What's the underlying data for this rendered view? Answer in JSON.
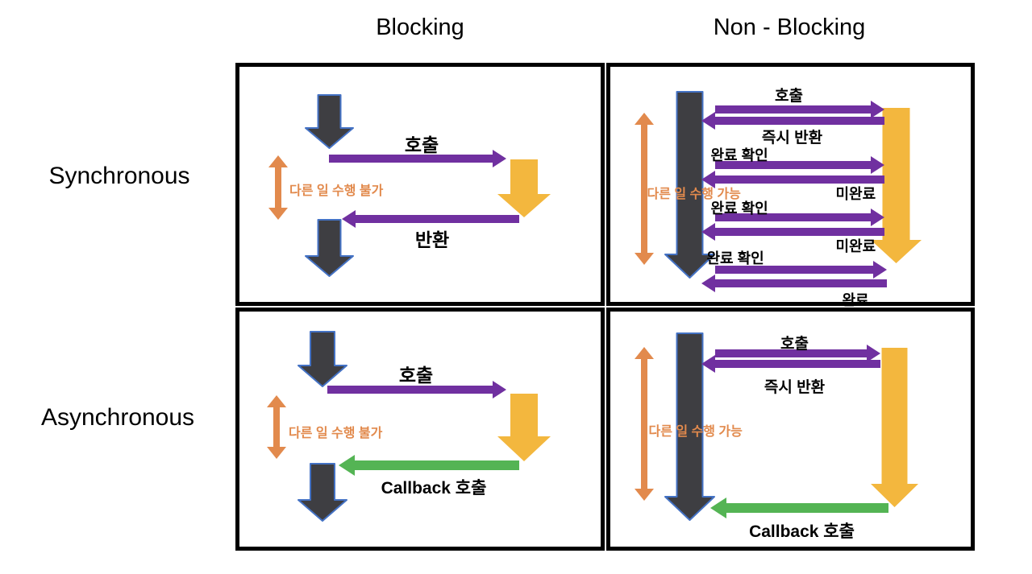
{
  "colors": {
    "dark": "#3E3E42",
    "dark_outline": "#4472C4",
    "purple": "#7030A0",
    "gold": "#F3B73E",
    "orange": "#E28A4D",
    "green": "#54B454",
    "border": "#000000"
  },
  "headers": {
    "col_blocking": "Blocking",
    "col_non_blocking": "Non - Blocking",
    "row_synchronous": "Synchronous",
    "row_asynchronous": "Asynchronous"
  },
  "quadrants": {
    "sync_blocking": {
      "call": "호출",
      "return": "반환",
      "note": "다른 일 수행 불가"
    },
    "sync_nonblocking": {
      "call": "호출",
      "immediate_return": "즉시 반환",
      "check1": "완료 확인",
      "incomplete1": "미완료",
      "check2": "완료 확인",
      "incomplete2": "미완료",
      "check3": "완료 확인",
      "complete": "완료",
      "note": "다른 일 수행 가능"
    },
    "async_blocking": {
      "call": "호출",
      "callback": "Callback 호출",
      "note": "다른 일 수행 불가"
    },
    "async_nonblocking": {
      "call": "호출",
      "immediate_return": "즉시 반환",
      "callback": "Callback 호출",
      "note": "다른 일 수행 가능"
    }
  }
}
